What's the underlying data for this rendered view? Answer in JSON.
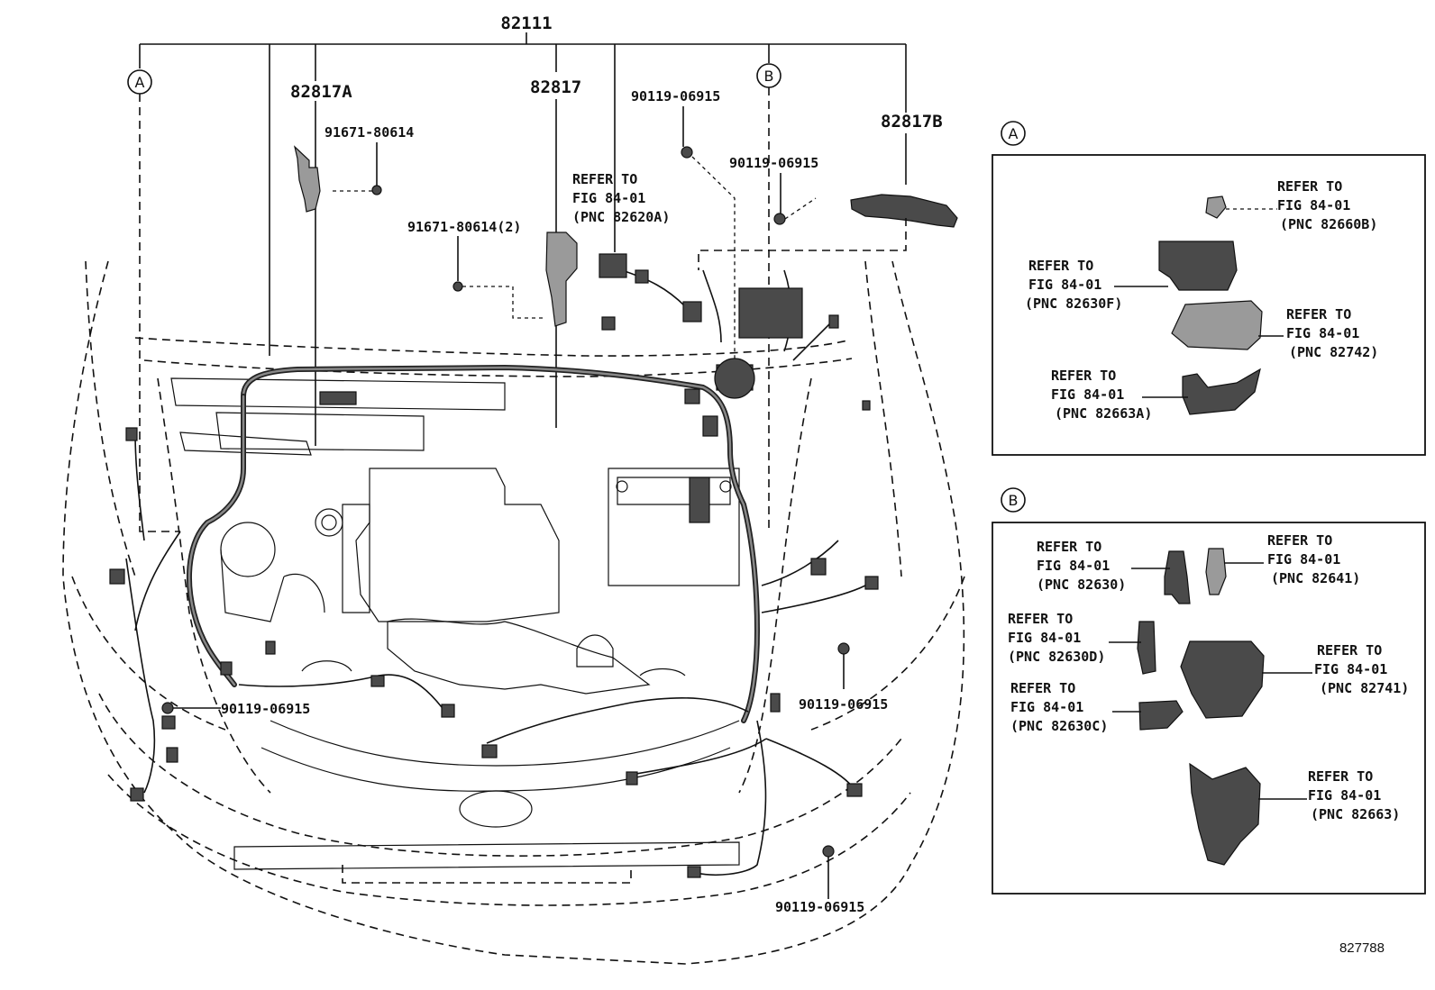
{
  "top_part_number": "82111",
  "callouts": {
    "circle_a": "A",
    "circle_b": "B",
    "part_82817a": "82817A",
    "part_82817": "82817",
    "part_82817b": "82817B",
    "bolt_91671_top": "91671-80614",
    "bolt_91671_qty": "91671-80614(2)",
    "clip_90119_top": "90119-06915",
    "clip_90119_mid": "90119-06915",
    "clip_90119_left": "90119-06915",
    "clip_90119_right": "90119-06915",
    "clip_90119_bottom": "90119-06915"
  },
  "main_refer": {
    "line1": "REFER TO",
    "line2": "FIG 84-01",
    "line3": "(PNC 82620A)"
  },
  "detail_a": {
    "label": "A",
    "refs": [
      {
        "line1": "REFER TO",
        "line2": "FIG 84-01",
        "line3": "(PNC 82660B)"
      },
      {
        "line1": "REFER TO",
        "line2": "FIG 84-01",
        "line3": "(PNC 82630F)"
      },
      {
        "line1": "REFER TO",
        "line2": "FIG 84-01",
        "line3": "(PNC 82742)"
      },
      {
        "line1": "REFER TO",
        "line2": "FIG 84-01",
        "line3": "(PNC 82663A)"
      }
    ]
  },
  "detail_b": {
    "label": "B",
    "refs": [
      {
        "line1": "REFER TO",
        "line2": "FIG 84-01",
        "line3": "(PNC 82630)"
      },
      {
        "line1": "REFER TO",
        "line2": "FIG 84-01",
        "line3": "(PNC 82641)"
      },
      {
        "line1": "REFER TO",
        "line2": "FIG 84-01",
        "line3": "(PNC 82630D)"
      },
      {
        "line1": "REFER TO",
        "line2": "FIG 84-01",
        "line3": "(PNC 82741)"
      },
      {
        "line1": "REFER TO",
        "line2": "FIG 84-01",
        "line3": "(PNC 82630C)"
      },
      {
        "line1": "REFER TO",
        "line2": "FIG 84-01",
        "line3": "(PNC 82663)"
      }
    ]
  },
  "diagram_code": "827788"
}
